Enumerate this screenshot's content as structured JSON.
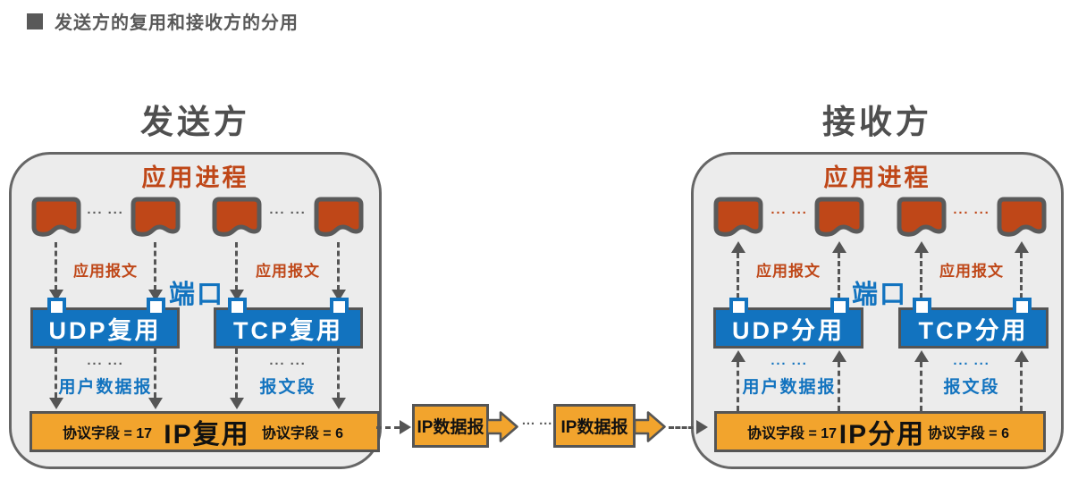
{
  "header": {
    "title": "发送方的复用和接收方的分用"
  },
  "colors": {
    "brick": "#bf4718",
    "blue": "#1273bf",
    "orange": "#f2a42d",
    "dark_gray": "#595959",
    "panel_bg": "#ececec",
    "sender_dots_apps": "#595959",
    "sender_dots_transport": "#595959",
    "receiver_dots_apps": "#bf4718",
    "receiver_dots_transport": "#1273bf"
  },
  "sender": {
    "heading": "发送方",
    "layer_title": "应用进程",
    "apps_dots_1": "··· ···",
    "apps_dots_2": "··· ···",
    "app_message_label_1": "应用报文",
    "app_message_label_2": "应用报文",
    "port_label": "端口",
    "udp_box_label": "UDP复用",
    "tcp_box_label": "TCP复用",
    "udp_dots": "··· ···",
    "tcp_dots": "··· ···",
    "udp_pdu_label": "用户数据报",
    "tcp_pdu_label": "报文段",
    "ip_left_field": "协议字段 = 17",
    "ip_box_label": "IP复用",
    "ip_right_field": "协议字段 = 6"
  },
  "receiver": {
    "heading": "接收方",
    "layer_title": "应用进程",
    "apps_dots_1": "··· ···",
    "apps_dots_2": "··· ···",
    "app_message_label_1": "应用报文",
    "app_message_label_2": "应用报文",
    "port_label": "端口",
    "udp_box_label": "UDP分用",
    "tcp_box_label": "TCP分用",
    "udp_dots": "··· ···",
    "tcp_dots": "··· ···",
    "udp_pdu_label": "用户数据报",
    "tcp_pdu_label": "报文段",
    "ip_left_field": "协议字段 = 17",
    "ip_box_label": "IP分用",
    "ip_right_field": "协议字段 = 6"
  },
  "link": {
    "datagram_label_1": "IP数据报",
    "dots": "··· ···",
    "datagram_label_2": "IP数据报"
  }
}
